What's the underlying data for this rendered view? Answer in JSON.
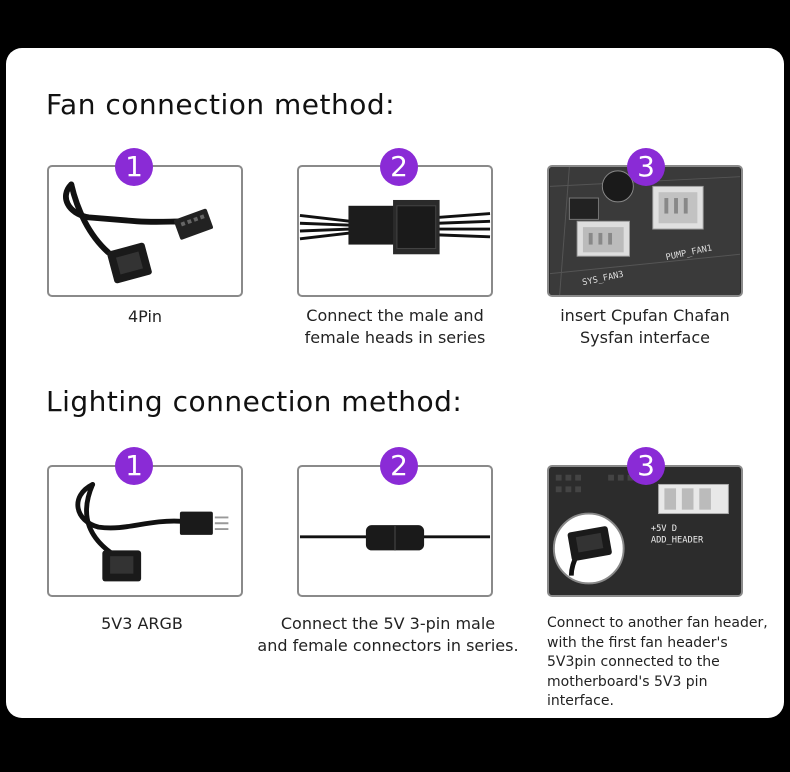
{
  "fan": {
    "heading": "Fan connection method:",
    "items": [
      {
        "badge": "1",
        "caption": [
          "4Pin"
        ]
      },
      {
        "badge": "2",
        "caption": [
          "Connect the male and",
          "female heads in series"
        ]
      },
      {
        "badge": "3",
        "caption": [
          "insert Cpufan  Chafan",
          "Sysfan interface"
        ],
        "board_text": [
          "SYS_FAN3",
          "PUMP_FAN1"
        ]
      }
    ]
  },
  "lighting": {
    "heading": "Lighting connection method:",
    "items": [
      {
        "badge": "1",
        "caption": [
          "5V3 ARGB"
        ]
      },
      {
        "badge": "2",
        "caption": [
          "Connect the 5V 3-pin male",
          "and female connectors in series."
        ]
      },
      {
        "badge": "3",
        "caption": [
          "Connect to another fan header,",
          "with the first fan header's",
          "5V3pin connected to the",
          "motherboard's 5V3 pin",
          "interface."
        ],
        "board_text": [
          "+5V  D",
          "ADD_HEADER"
        ]
      }
    ]
  },
  "colors": {
    "badge": "#8a2bd6",
    "background": "#000000",
    "card": "#ffffff"
  }
}
